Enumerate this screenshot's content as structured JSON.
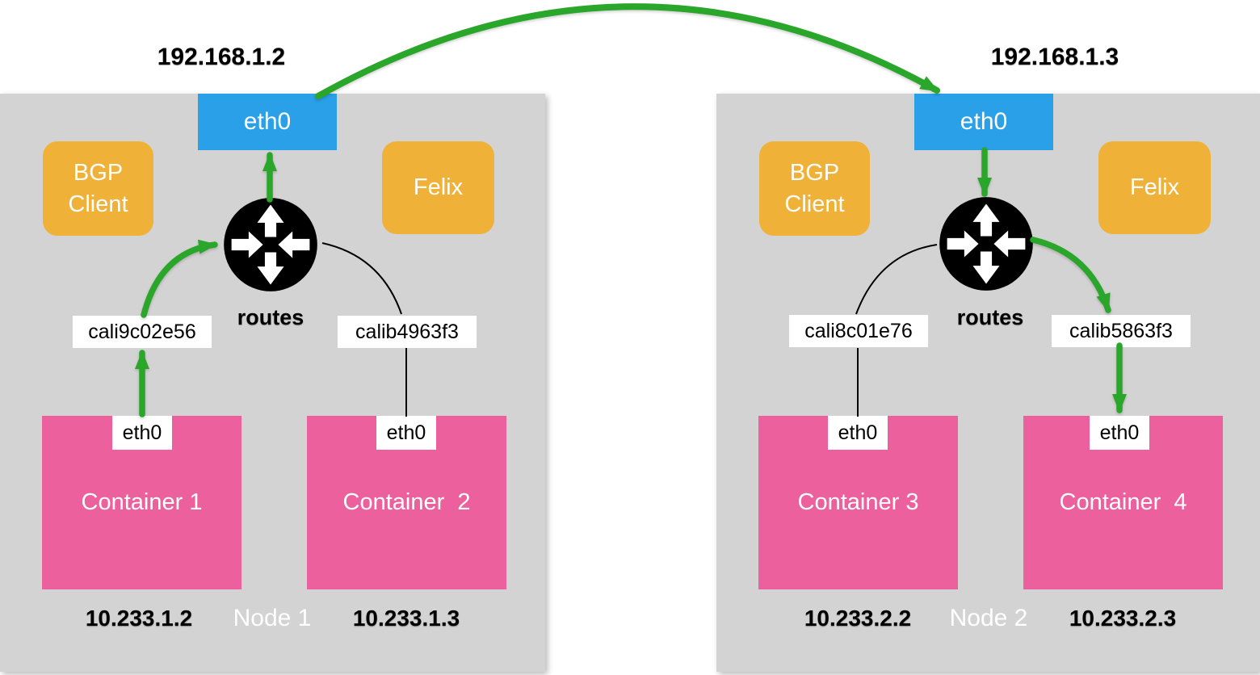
{
  "colors": {
    "node_bg": "#d3d3d3",
    "eth0_blue": "#2aa0e8",
    "service_orange": "#f0b139",
    "container_pink": "#ec609d",
    "flow_green": "#2aa62a",
    "link_black": "#000000"
  },
  "nodes": [
    {
      "label": "Node 1",
      "host_ip": "192.168.1.2",
      "nic": {
        "label": "eth0"
      },
      "bgp_client": {
        "line1": "BGP",
        "line2": "Client"
      },
      "felix": {
        "label": "Felix"
      },
      "router": {
        "label": "routes"
      },
      "veths": [
        {
          "name": "cali9c02e56"
        },
        {
          "name": "calib4963f3"
        }
      ],
      "containers": [
        {
          "label": "Container 1",
          "nic": "eth0",
          "ip": "10.233.1.2"
        },
        {
          "label": "Container  2",
          "nic": "eth0",
          "ip": "10.233.1.3"
        }
      ]
    },
    {
      "label": "Node 2",
      "host_ip": "192.168.1.3",
      "nic": {
        "label": "eth0"
      },
      "bgp_client": {
        "line1": "BGP",
        "line2": "Client"
      },
      "felix": {
        "label": "Felix"
      },
      "router": {
        "label": "routes"
      },
      "veths": [
        {
          "name": "cali8c01e76"
        },
        {
          "name": "calib5863f3"
        }
      ],
      "containers": [
        {
          "label": "Container 3",
          "nic": "eth0",
          "ip": "10.233.2.2"
        },
        {
          "label": "Container  4",
          "nic": "eth0",
          "ip": "10.233.2.3"
        }
      ]
    }
  ]
}
